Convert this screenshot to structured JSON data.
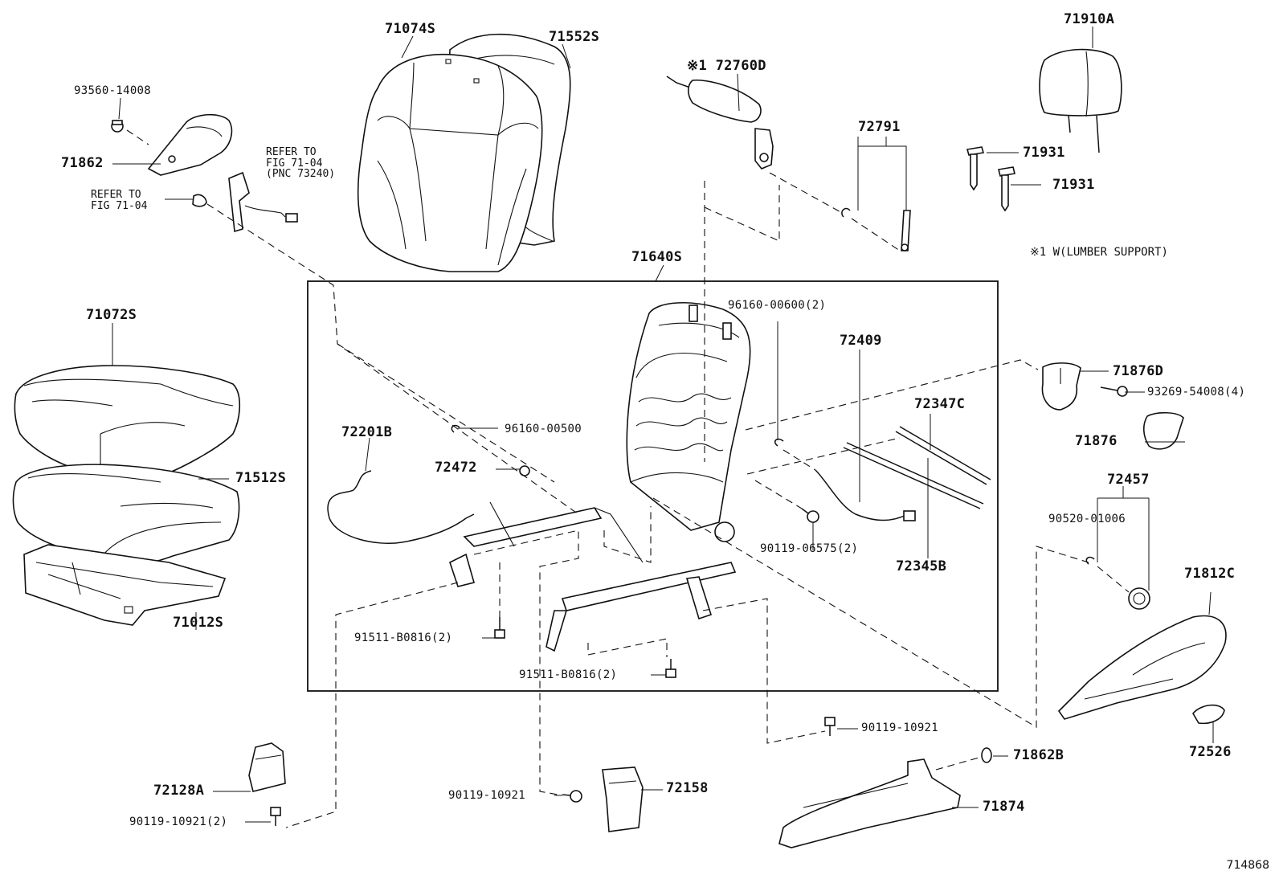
{
  "figure_code": "714868",
  "note": "※1 W(LUMBER SUPPORT)",
  "refer": {
    "a": [
      "REFER TO",
      "FIG 71-04",
      "(PNC 73240)"
    ],
    "b": [
      "REFER TO",
      "FIG 71-04"
    ]
  },
  "labels": {
    "p71074S": "71074S",
    "p71552S": "71552S",
    "p72760D": "※1 72760D",
    "p71910A": "71910A",
    "p93560": "93560-14008",
    "p71862": "71862",
    "p72791": "72791",
    "p71931a": "71931",
    "p71931b": "71931",
    "p71640S": "71640S",
    "p71072S": "71072S",
    "p96160_600": "96160-00600(2)",
    "p72409": "72409",
    "p71876D": "71876D",
    "p93269": "93269-54008(4)",
    "p72347C": "72347C",
    "p72201B": "72201B",
    "p96160_500": "96160-00500",
    "p71876": "71876",
    "p71512S": "71512S",
    "p72472": "72472",
    "p72457": "72457",
    "p90520": "90520-01006",
    "p90119_6575": "90119-06575(2)",
    "p72345B": "72345B",
    "p71812C": "71812C",
    "p71012S": "71012S",
    "p91511a": "91511-B0816(2)",
    "p91511b": "91511-B0816(2)",
    "p90119_10921a": "90119-10921",
    "p72526": "72526",
    "p71862B": "71862B",
    "p72128A": "72128A",
    "p72158": "72158",
    "p90119_10921b": "90119-10921",
    "p71874": "71874",
    "p90119_10921c": "90119-10921(2)"
  }
}
